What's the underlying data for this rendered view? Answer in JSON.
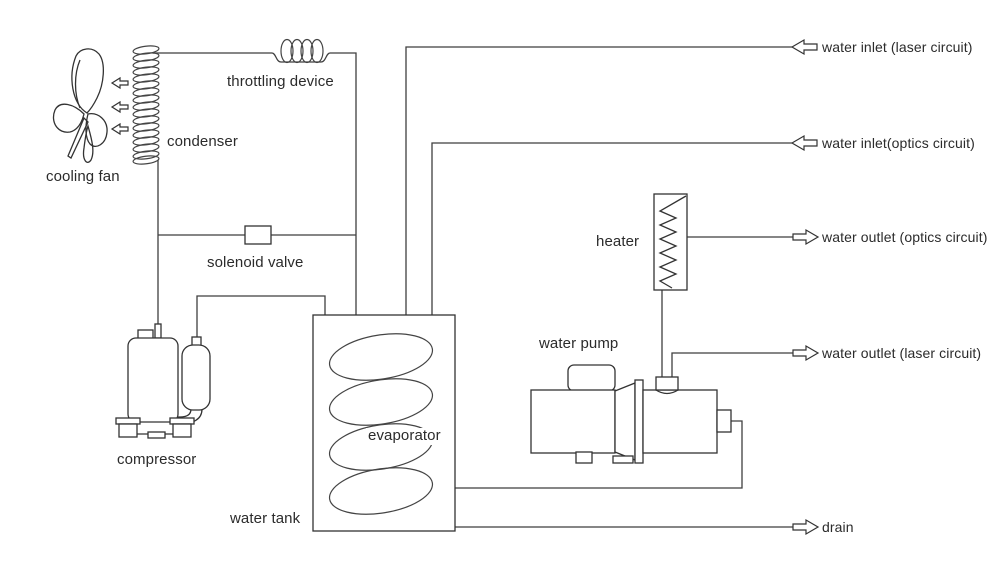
{
  "labels": {
    "cooling_fan": "cooling fan",
    "condenser": "condenser",
    "throttling_device": "throttling device",
    "solenoid_valve": "solenoid valve",
    "compressor": "compressor",
    "water_tank": "water tank",
    "evaporator": "evaporator",
    "water_pump": "water pump",
    "heater": "heater"
  },
  "ports": {
    "water_inlet_laser": "water inlet (laser circuit)",
    "water_inlet_optics": "water inlet(optics circuit)",
    "water_outlet_optics": "water outlet (optics circuit)",
    "water_outlet_laser": "water outlet (laser circuit)",
    "drain": "drain"
  },
  "icons": {
    "inlet_arrow": "hollow left arrow",
    "outlet_arrow": "hollow right arrow",
    "fan_airflow_arrow": "hollow left arrow"
  },
  "colors": {
    "line": "#3f3f3f",
    "text": "#2b2b2b",
    "background": "#ffffff"
  }
}
